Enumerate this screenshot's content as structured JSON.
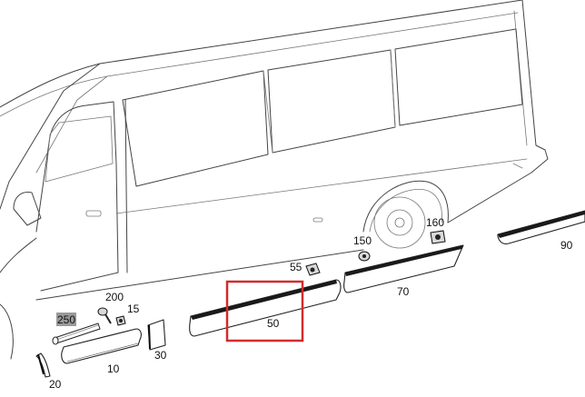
{
  "callouts": {
    "p10": "10",
    "p15": "15",
    "p20": "20",
    "p30": "30",
    "p50": "50",
    "p55": "55",
    "p70": "70",
    "p90": "90",
    "p150": "150",
    "p160": "160",
    "p200": "200",
    "p250": "250"
  },
  "colors": {
    "highlight_box": "#d42b2b",
    "label_highlight": "#9a9a9a",
    "line": "#444444"
  }
}
